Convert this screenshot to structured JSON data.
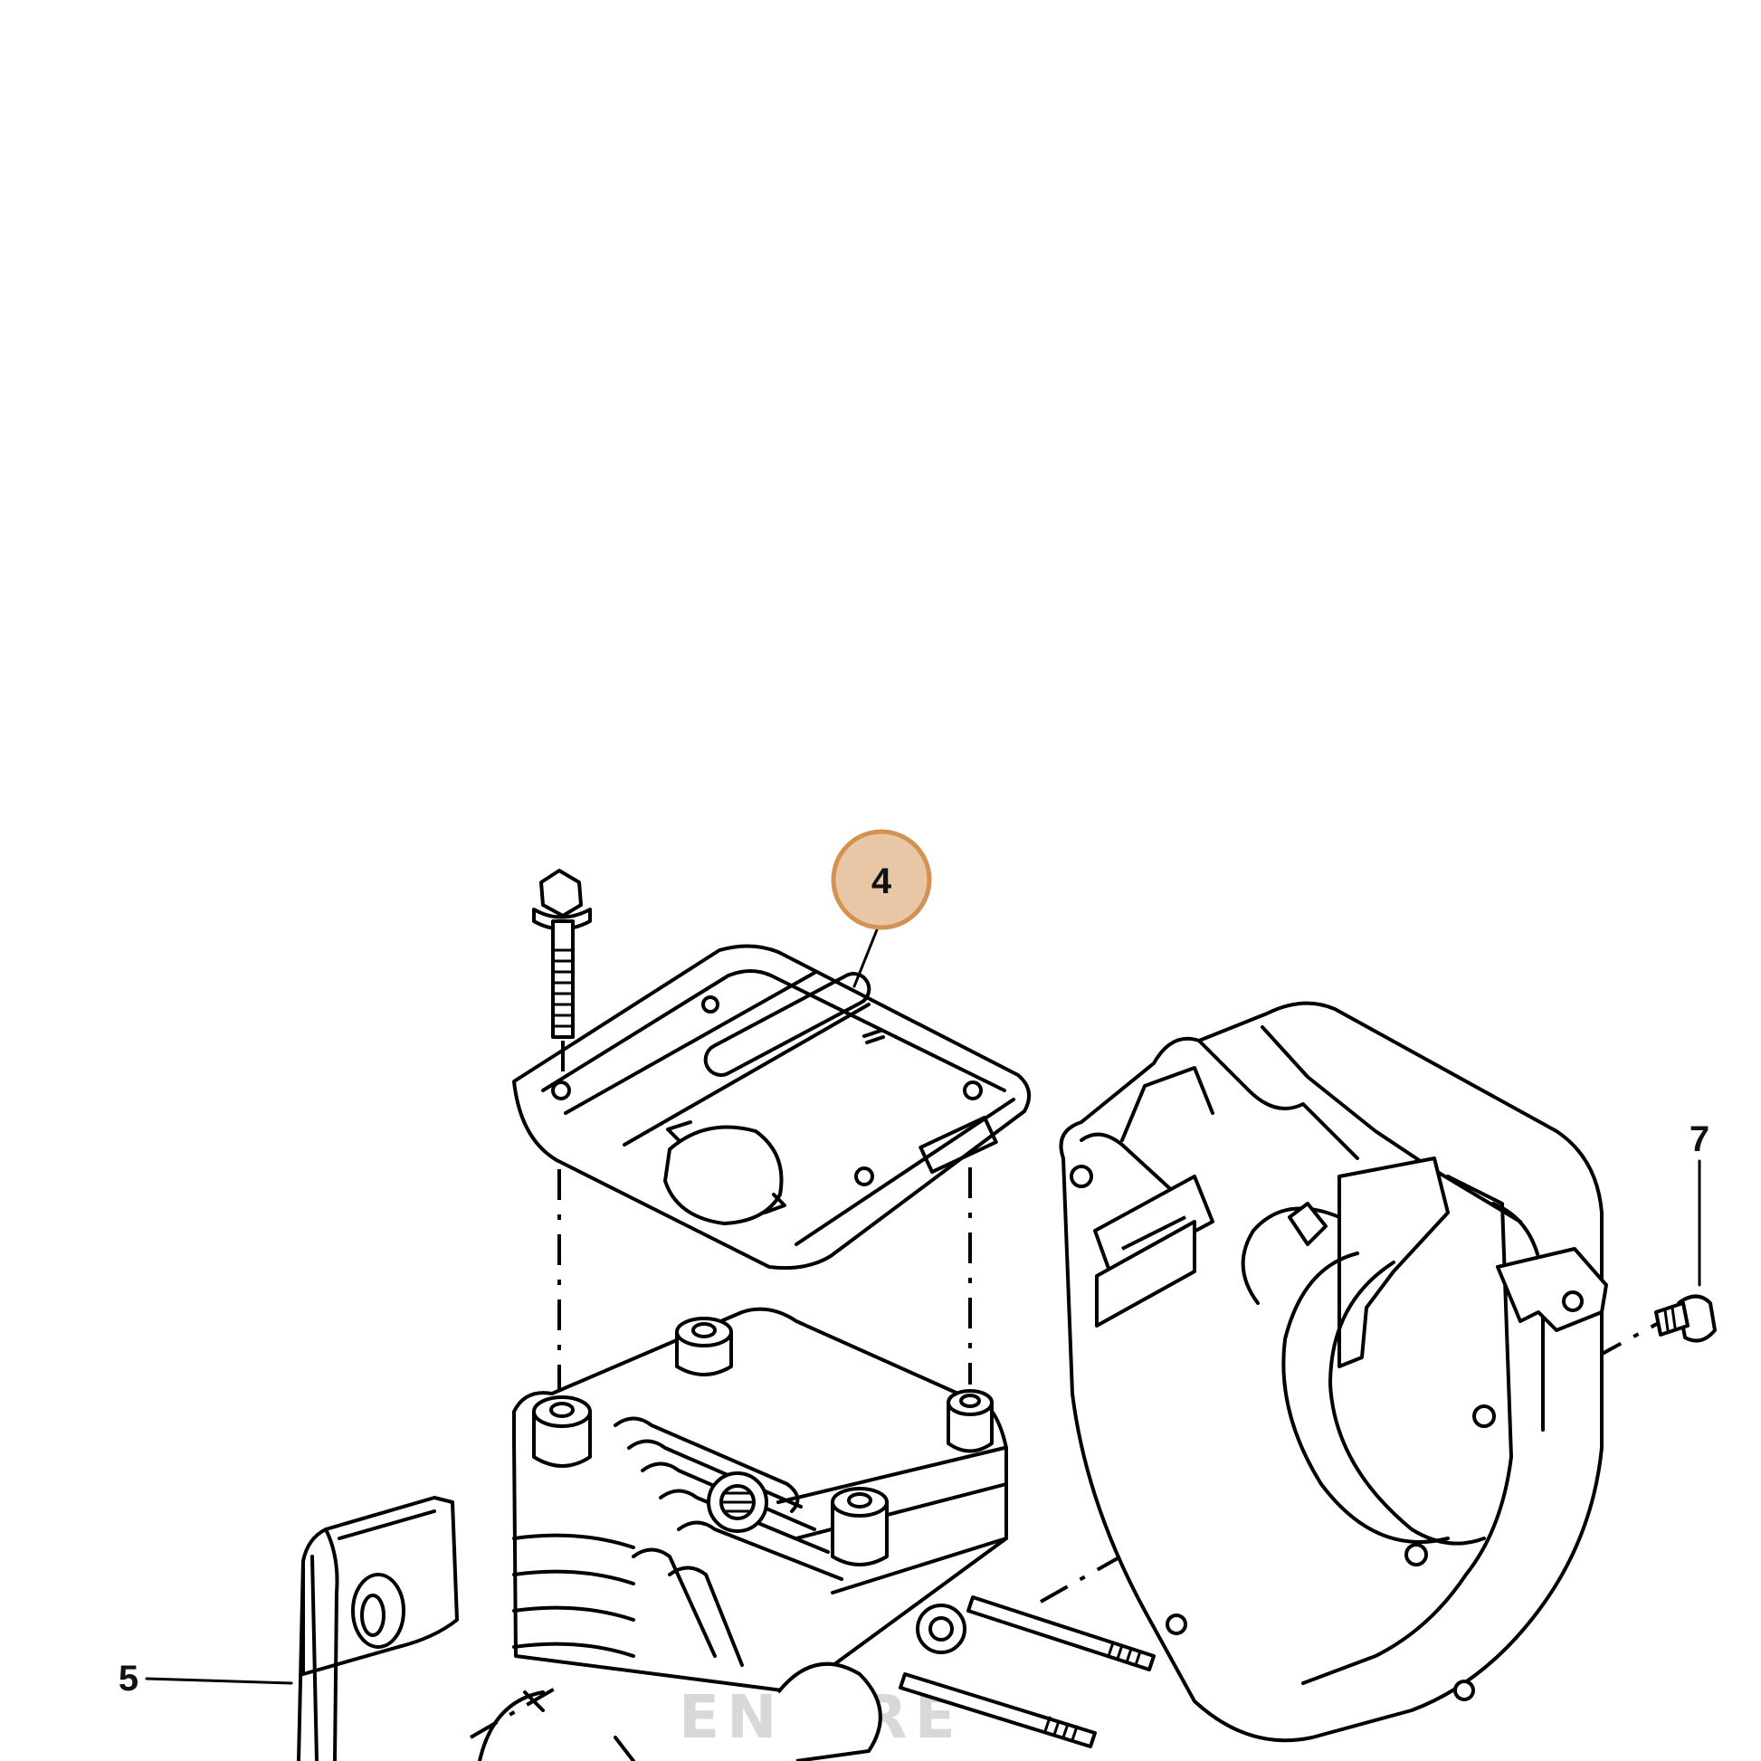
{
  "callouts": [
    {
      "id": "4",
      "label": "4",
      "highlighted": true
    },
    {
      "id": "5",
      "label": "5",
      "highlighted": false
    },
    {
      "id": "7",
      "label": "7",
      "highlighted": false
    }
  ],
  "highlight_color": "#e8c7a6",
  "highlight_border": "#d3924f",
  "watermark": "ENTIRE",
  "icons": [
    "watermark-logo-icon"
  ]
}
